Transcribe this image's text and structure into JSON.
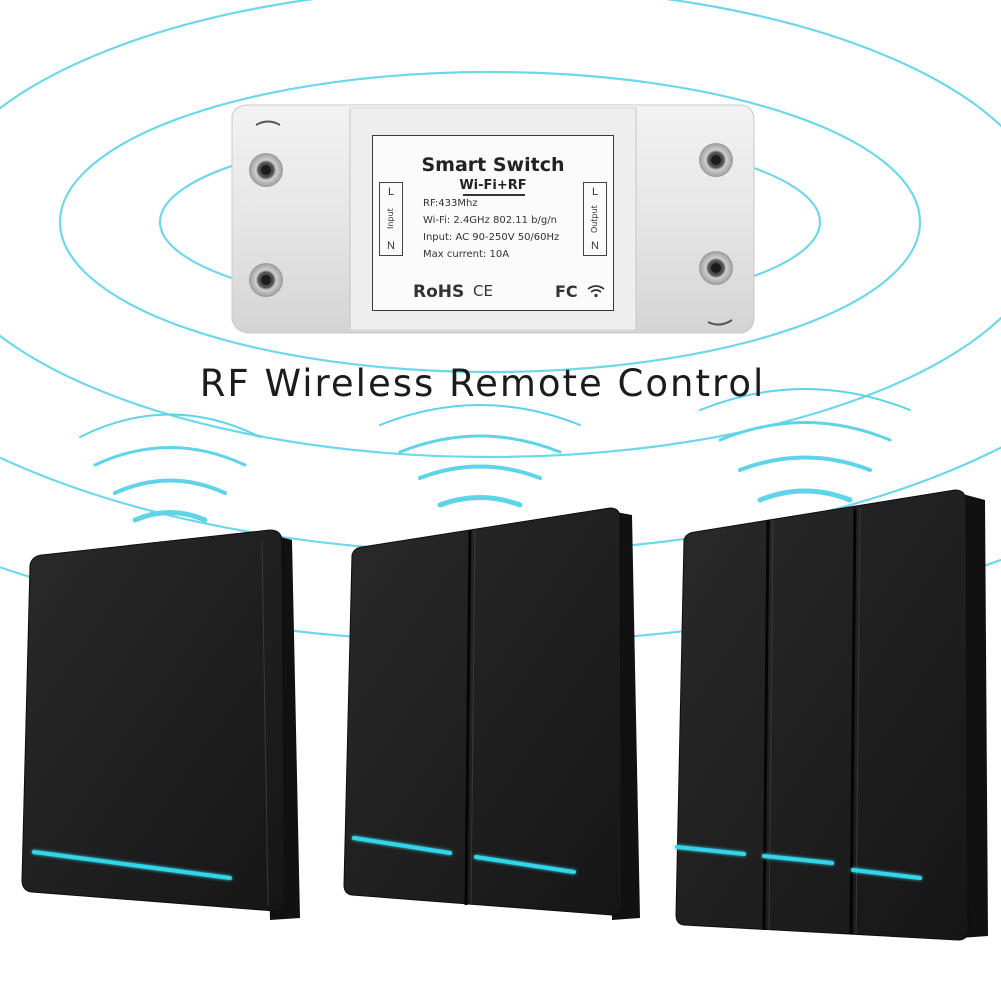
{
  "caption": "RF Wireless Remote Control",
  "device": {
    "title": "Smart Switch",
    "subtitle": "Wi-Fi+RF",
    "specs": [
      "RF:433Mhz",
      "Wi-Fi: 2.4GHz 802.11 b/g/n",
      "Input: AC 90-250V 50/60Hz",
      "Max current: 10A"
    ],
    "input_terminal": {
      "top": "L",
      "label": "Input",
      "bottom": "N"
    },
    "output_terminal": {
      "top": "L",
      "label": "Output",
      "bottom": "N"
    },
    "logos": {
      "rohs": "RoHS",
      "ce": "CE",
      "fcc": "FC"
    }
  },
  "colors": {
    "wave": "#5fd3e8",
    "indicator": "#33d6e8",
    "panel": "#1e1e1f",
    "device_body": "#e4e4e4"
  },
  "switches": [
    {
      "name": "single-gang-switch",
      "gangs": 1
    },
    {
      "name": "double-gang-switch",
      "gangs": 2
    },
    {
      "name": "triple-gang-switch",
      "gangs": 3
    }
  ]
}
